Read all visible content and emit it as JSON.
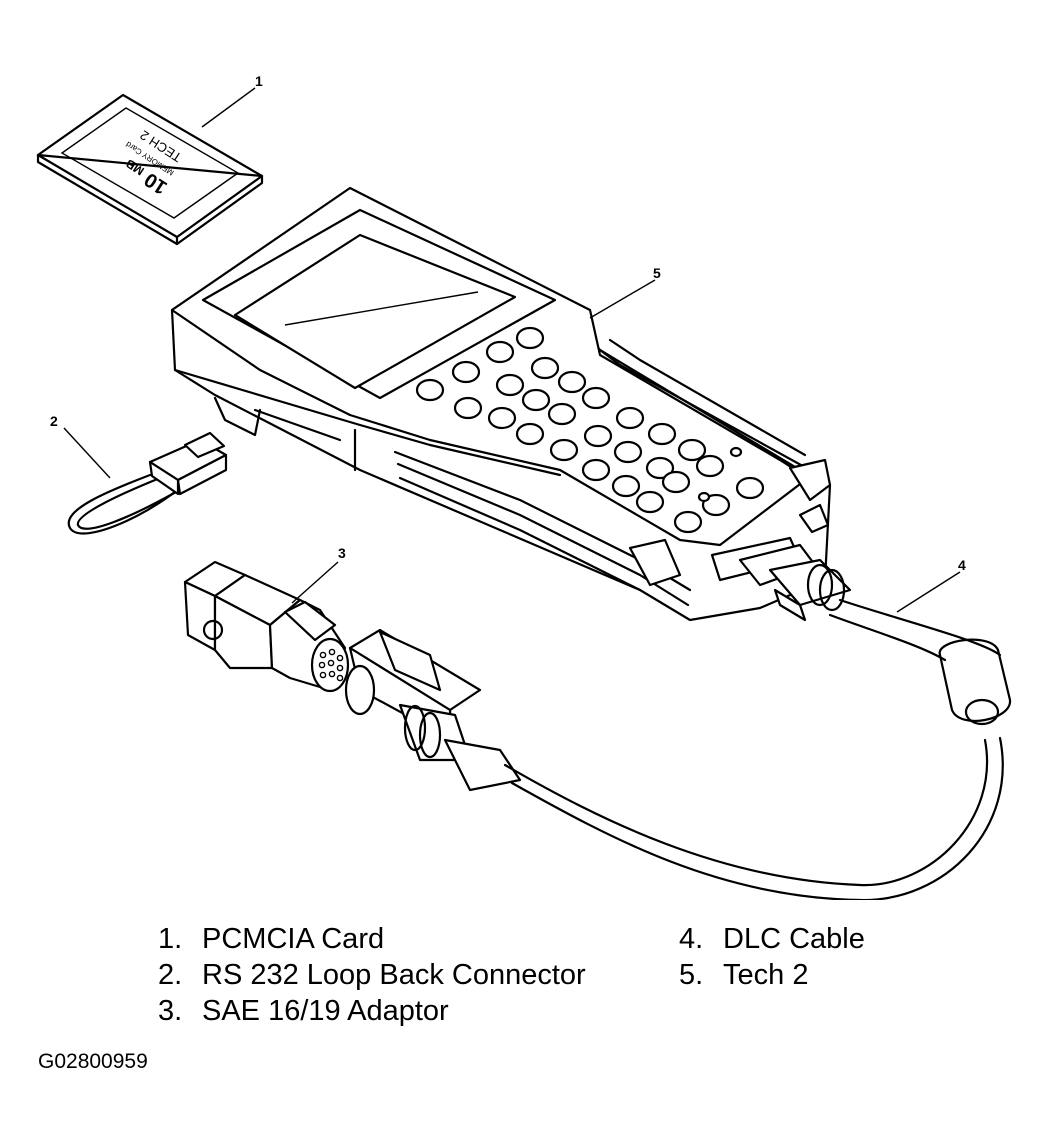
{
  "callouts": [
    "1",
    "2",
    "3",
    "4",
    "5"
  ],
  "card_text": {
    "brand": "10",
    "capacity": "MB",
    "type": "MEMORY Card",
    "model": "TECH 2"
  },
  "legend": {
    "left": [
      {
        "num": "1.",
        "label": "PCMCIA Card"
      },
      {
        "num": "2.",
        "label": "RS 232 Loop Back Connector"
      },
      {
        "num": "3.",
        "label": "SAE 16/19 Adaptor"
      }
    ],
    "right": [
      {
        "num": "4.",
        "label": "DLC Cable"
      },
      {
        "num": "5.",
        "label": "Tech 2"
      }
    ]
  },
  "figure_id": "G02800959"
}
